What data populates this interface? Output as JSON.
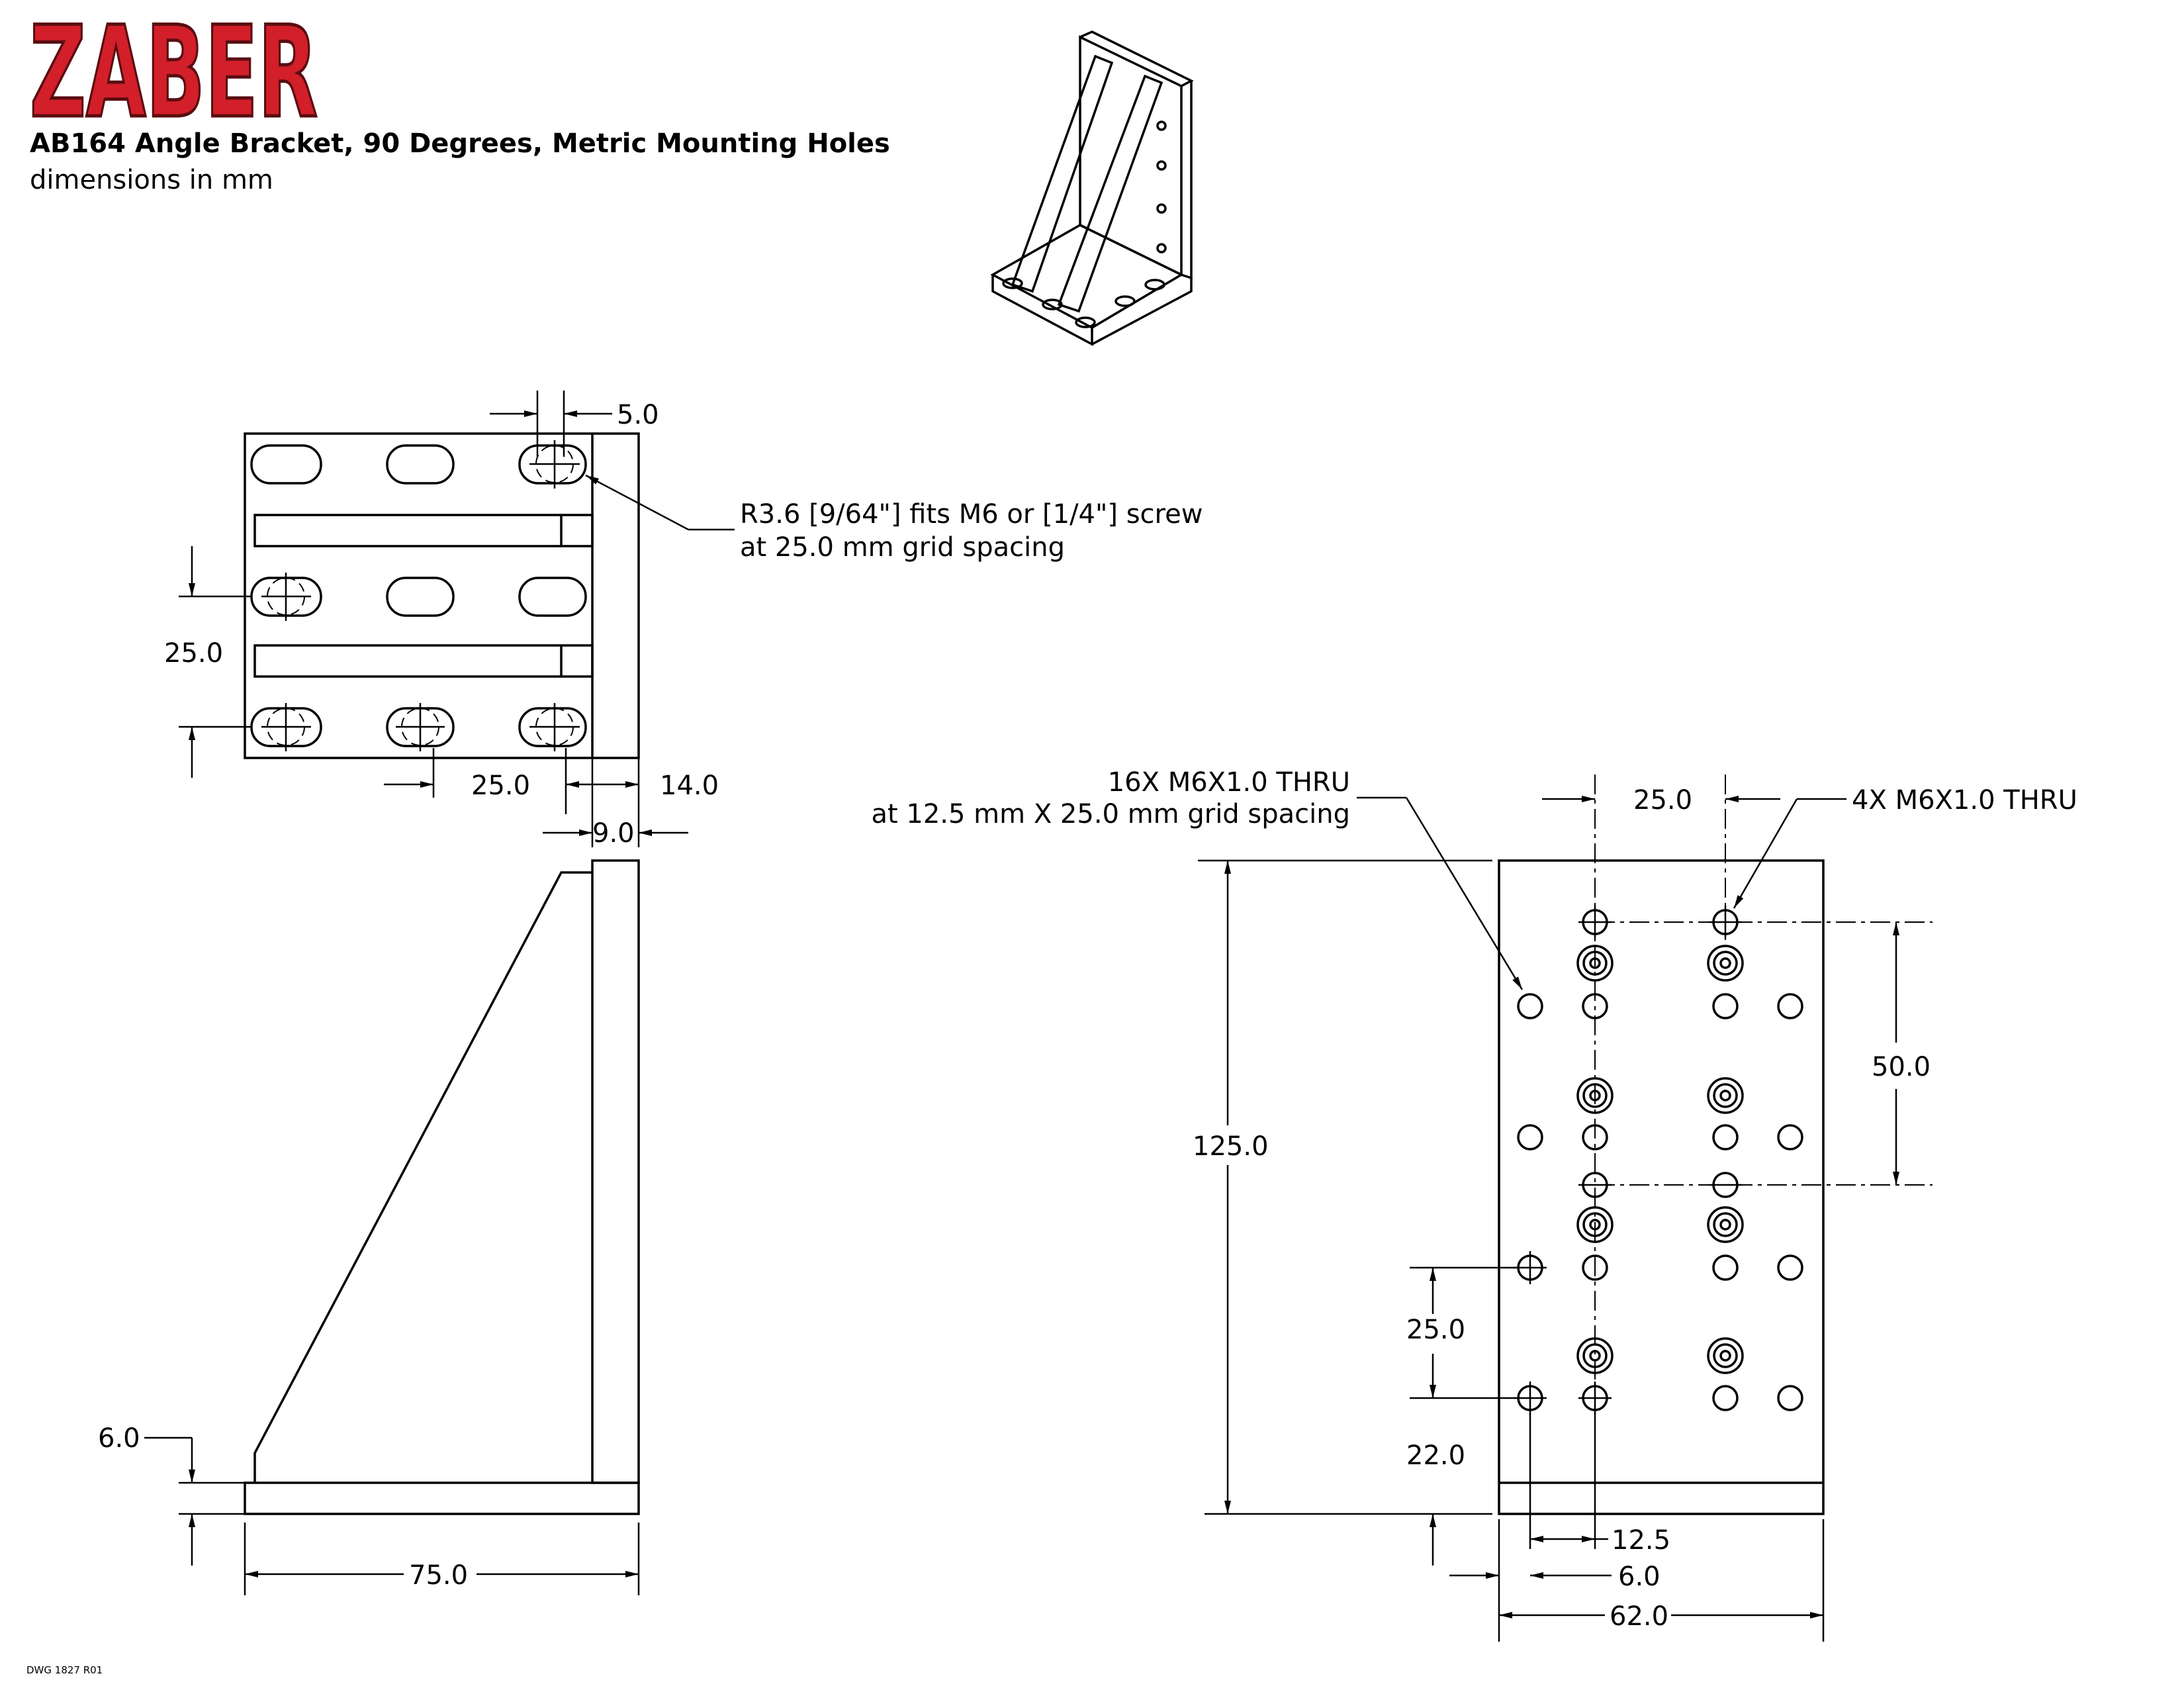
{
  "header": {
    "logo_text": "ZABER",
    "title": "AB164 Angle Bracket, 90 Degrees, Metric Mounting Holes",
    "subtitle": "dimensions in mm",
    "drawing_number": "DWG 1827 R01"
  },
  "colors": {
    "logo_fill": "#d21f2a",
    "logo_outline": "#5a0d10",
    "line": "#000000"
  },
  "top_view": {
    "dim_slot_width": "5.0",
    "callout_line1": "R3.6 [9/64\"] fits M6 or [1/4\"] screw",
    "callout_line2": "at 25.0 mm grid spacing",
    "dim_vertical_pitch": "25.0",
    "dim_horizontal_pitch": "25.0",
    "dim_wall_thickness": "14.0",
    "dim_hole_offset": "9.0"
  },
  "side_view": {
    "dim_base_thickness": "6.0",
    "dim_length": "75.0"
  },
  "front_view": {
    "callout_16x_line1": "16X M6X1.0 THRU",
    "callout_16x_line2": "at 12.5 mm X 25.0 mm grid spacing",
    "callout_4x": "4X M6X1.0 THRU",
    "dim_top_pitch": "25.0",
    "dim_height": "125.0",
    "dim_vertical_span": "50.0",
    "dim_grid_pitch": "25.0",
    "dim_bottom_offset": "22.0",
    "dim_half_pitch": "12.5",
    "dim_edge_offset": "6.0",
    "dim_width": "62.0"
  }
}
